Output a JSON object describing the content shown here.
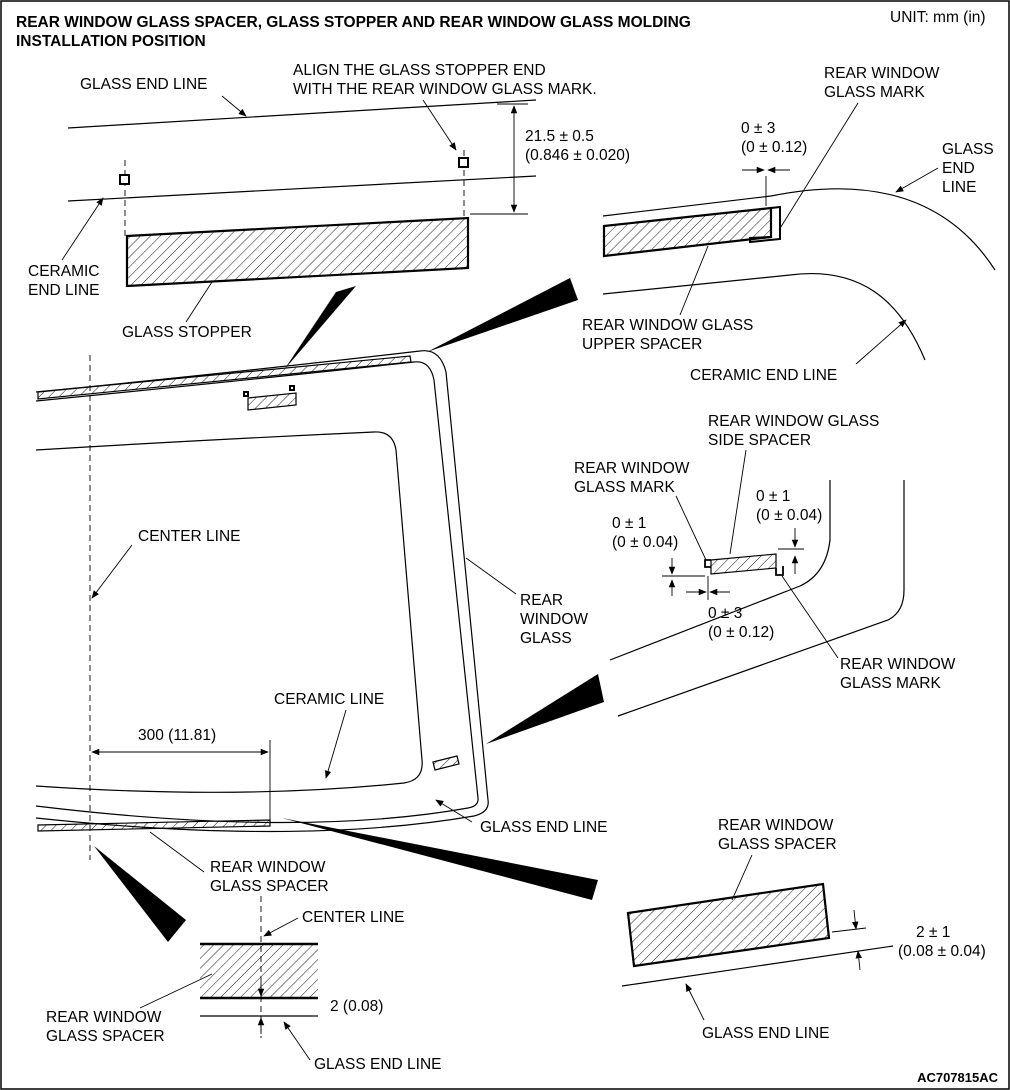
{
  "title_line1": "REAR WINDOW GLASS SPACER, GLASS STOPPER AND REAR WINDOW GLASS MOLDING",
  "title_line2": "INSTALLATION POSITION",
  "unit": "UNIT: mm (in)",
  "figure_code": "AC707815AC",
  "stopper_detail": {
    "glass_end_line": "GLASS END LINE",
    "align_note_1": "ALIGN THE GLASS STOPPER END",
    "align_note_2": "WITH THE REAR WINDOW GLASS MARK.",
    "dim_1": "21.5 ± 0.5",
    "dim_2": "(0.846 ± 0.020)",
    "ceramic_1": "CERAMIC",
    "ceramic_2": "END LINE",
    "glass_stopper": "GLASS STOPPER"
  },
  "upper_spacer_detail": {
    "mark_1": "REAR WINDOW",
    "mark_2": "GLASS MARK",
    "dim_1": "0 ± 3",
    "dim_2": "(0 ± 0.12)",
    "end_1": "GLASS",
    "end_2": "END",
    "end_3": "LINE",
    "spacer_1": "REAR WINDOW GLASS",
    "spacer_2": "UPPER SPACER",
    "ceramic": "CERAMIC END LINE"
  },
  "side_spacer_detail": {
    "side_1": "REAR WINDOW GLASS",
    "side_2": "SIDE SPACER",
    "markL_1": "REAR WINDOW",
    "markL_2": "GLASS MARK",
    "dimR_1": "0 ± 1",
    "dimR_2": "(0 ± 0.04)",
    "dimL_1": "0 ± 1",
    "dimL_2": "(0 ± 0.04)",
    "dimB_1": "0 ± 3",
    "dimB_2": "(0 ± 0.12)",
    "markR_1": "REAR WINDOW",
    "markR_2": "GLASS MARK"
  },
  "main_view": {
    "center_line": "CENTER LINE",
    "rear_1": "REAR",
    "rear_2": "WINDOW",
    "rear_3": "GLASS",
    "ceramic_line": "CERAMIC LINE",
    "dim_300": "300 (11.81)",
    "glass_end_line": "GLASS END LINE",
    "spacer_1": "REAR WINDOW",
    "spacer_2": "GLASS SPACER"
  },
  "bottom_center_detail": {
    "center_line": "CENTER LINE",
    "spacer_1": "REAR WINDOW",
    "spacer_2": "GLASS SPACER",
    "dim": "2 (0.08)",
    "glass_end_line": "GLASS END LINE"
  },
  "bottom_right_detail": {
    "spacer_1": "REAR WINDOW",
    "spacer_2": "GLASS SPACER",
    "dim_1": "2 ± 1",
    "dim_2": "(0.08 ± 0.04)",
    "glass_end_line": "GLASS END LINE"
  }
}
